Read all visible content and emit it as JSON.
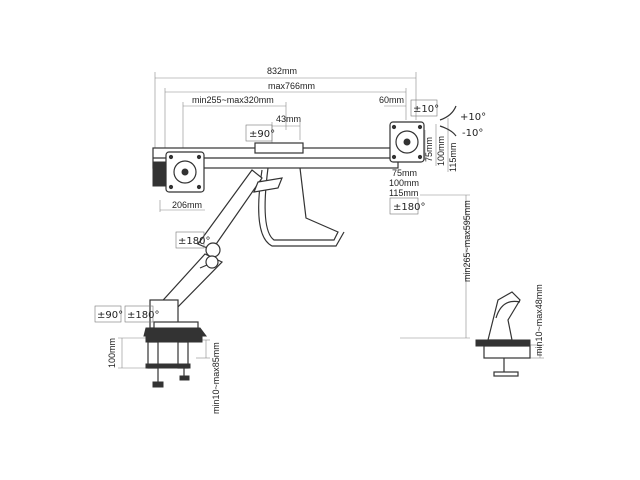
{
  "dimensions": {
    "overall_width": "832mm",
    "max_width": "max766mm",
    "arm_span": "min255~max320mm",
    "offset_43": "43mm",
    "offset_60": "60mm",
    "lower_206": "206mm",
    "vesa_75": "75mm",
    "vesa_100": "100mm",
    "vesa_115": "115mm",
    "vesa_75b": "75mm",
    "vesa_100b": "100mm",
    "vesa_115b": "115mm",
    "height_range": "min265~max595mm",
    "clamp_height": "100mm",
    "clamp_range": "min10~max85mm",
    "grommet_range": "min10~max48mm"
  },
  "rotations": {
    "tilt_top": "±10°",
    "tilt_up": "+10°",
    "tilt_down": "-10°",
    "swivel_90_top": "±90°",
    "rotate_180_right": "±180°",
    "rotate_180_arm": "±180°",
    "swivel_90_base": "±90°",
    "rotate_180_base": "±180°"
  }
}
